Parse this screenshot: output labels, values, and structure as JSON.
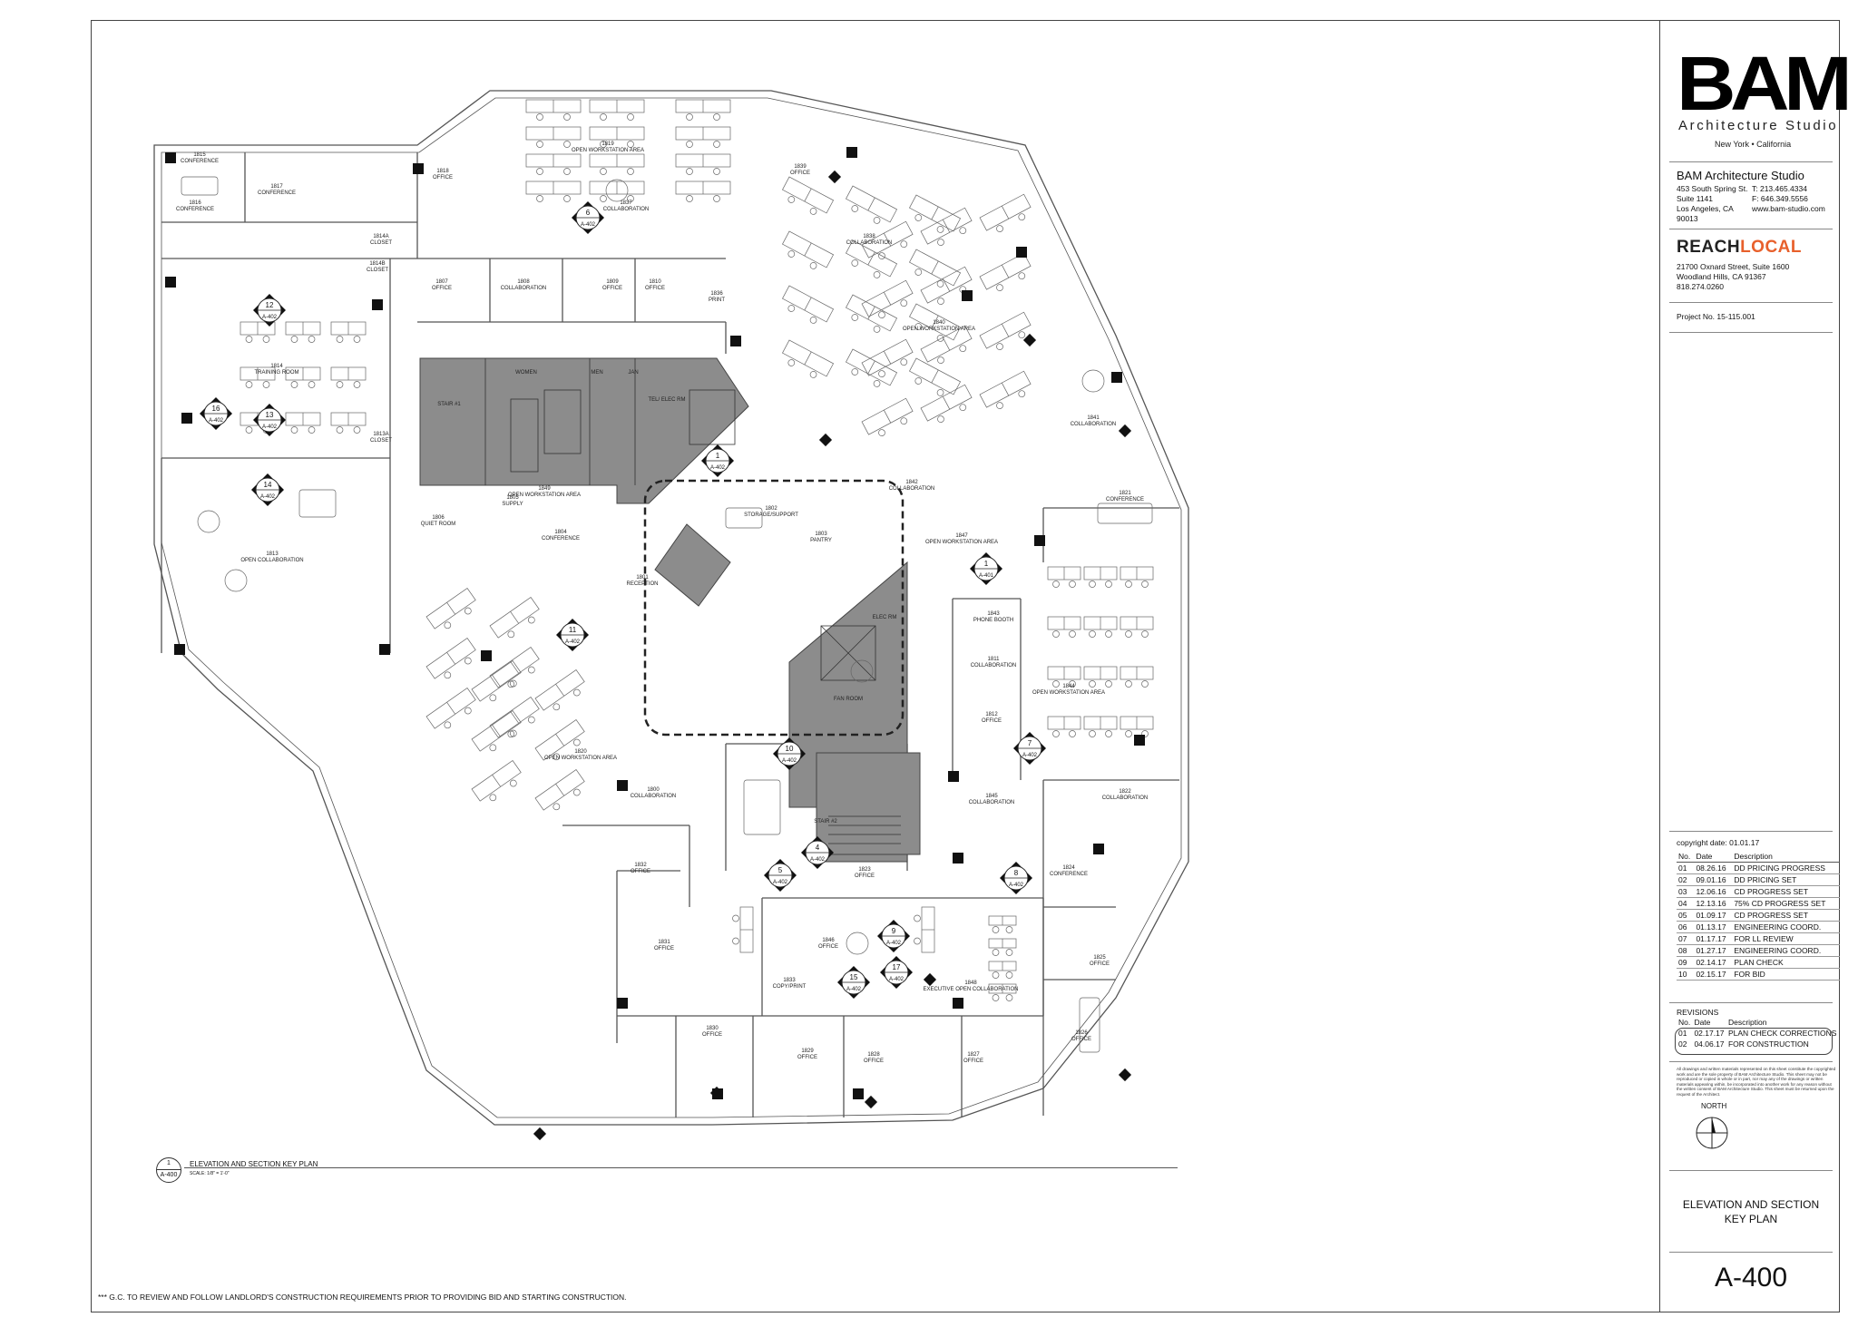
{
  "title_block": {
    "logo": "BAM",
    "logo_subtitle": "Architecture Studio",
    "logo_locations": "New York  •  California",
    "firm_name": "BAM Architecture Studio",
    "firm_address": [
      "453 South Spring St.",
      "Suite 1141",
      "Los Angeles, CA",
      "90013"
    ],
    "firm_contact": [
      "T: 213.465.4334",
      "F: 646.349.5556",
      "www.bam-studio.com"
    ],
    "client_name_part1": "REACH",
    "client_name_part2": "LOCAL",
    "client_address": [
      "21700 Oxnard Street, Suite 1600",
      "Woodland Hills, CA 91367",
      "818.274.0260"
    ],
    "project_no": "Project No.  15-115.001",
    "copyright": "copyright date:  01.01.17",
    "issue_headers": [
      "No.",
      "Date",
      "Description"
    ],
    "issues": [
      [
        "01",
        "08.26.16",
        "DD PRICING PROGRESS"
      ],
      [
        "02",
        "09.01.16",
        "DD PRICING SET"
      ],
      [
        "03",
        "12.06.16",
        "CD PROGRESS SET"
      ],
      [
        "04",
        "12.13.16",
        "75% CD PROGRESS SET"
      ],
      [
        "05",
        "01.09.17",
        "CD PROGRESS SET"
      ],
      [
        "06",
        "01.13.17",
        "ENGINEERING COORD."
      ],
      [
        "07",
        "01.17.17",
        "FOR LL REVIEW"
      ],
      [
        "08",
        "01.27.17",
        "ENGINEERING COORD."
      ],
      [
        "09",
        "02.14.17",
        "PLAN CHECK"
      ],
      [
        "10",
        "02.15.17",
        "FOR BID"
      ]
    ],
    "revisions_title": "REVISIONS",
    "revision_headers": [
      "No.",
      "Date",
      "Description"
    ],
    "revisions": [
      [
        "01",
        "02.17.17",
        "PLAN CHECK CORRECTIONS"
      ],
      [
        "02",
        "04.06.17",
        "FOR CONSTRUCTION"
      ]
    ],
    "notes": "All drawings and written materials represented on this sheet constitute the copyrighted work and are the sole property of BAM Architecture Studio. This sheet may not be reproduced or copied in whole or in part, nor may any of the drawings or written materials appearing within, be incorporated into another work for any reason without the written consent of BAM Architecture Studio. This sheet must be returned upon the request of the Architect.",
    "north_label": "NORTH",
    "sheet_title_line1": "ELEVATION AND SECTION",
    "sheet_title_line2": "KEY PLAN",
    "sheet_number": "A-400"
  },
  "drawing": {
    "key_plan_bubble_number": "1",
    "key_plan_bubble_sheet": "A-400",
    "key_plan_title": "ELEVATION AND SECTION KEY PLAN",
    "key_plan_scale": "SCALE: 1/8\" = 1'-0\"",
    "footer_note": "*** G.C. TO REVIEW AND FOLLOW LANDLORD'S CONSTRUCTION REQUIREMENTS PRIOR TO PROVIDING BID AND STARTING CONSTRUCTION."
  },
  "room_labels": [
    {
      "num": "1815",
      "name": "CONFERENCE"
    },
    {
      "num": "1816",
      "name": "CONFERENCE"
    },
    {
      "num": "1817",
      "name": "CONFERENCE"
    },
    {
      "num": "1818",
      "name": "OFFICE"
    },
    {
      "num": "1814A",
      "name": "CLOSET"
    },
    {
      "num": "1814B",
      "name": "CLOSET"
    },
    {
      "num": "1814",
      "name": "TRAINING ROOM"
    },
    {
      "num": "1813A",
      "name": "CLOSET"
    },
    {
      "num": "1813",
      "name": "OPEN COLLABORATION"
    },
    {
      "num": "1819",
      "name": "OPEN WORKSTATION AREA"
    },
    {
      "num": "1837",
      "name": "COLLABORATION"
    },
    {
      "num": "1839",
      "name": "OFFICE"
    },
    {
      "num": "1838",
      "name": "COLLABORATION"
    },
    {
      "num": "1840",
      "name": "OPEN WORKSTATION AREA"
    },
    {
      "num": "1841",
      "name": "COLLABORATION"
    },
    {
      "num": "1842",
      "name": "COLLABORATION"
    },
    {
      "num": "1807",
      "name": "OFFICE"
    },
    {
      "num": "1808",
      "name": "COLLABORATION"
    },
    {
      "num": "1809",
      "name": "OFFICE"
    },
    {
      "num": "1810",
      "name": "OFFICE"
    },
    {
      "num": "1836",
      "name": "PRINT"
    },
    {
      "num": "",
      "name": "STAIR #1"
    },
    {
      "num": "",
      "name": "WOMEN"
    },
    {
      "num": "",
      "name": "MEN"
    },
    {
      "num": "",
      "name": "JAN"
    },
    {
      "num": "",
      "name": "TEL/ ELEC RM"
    },
    {
      "num": "1805",
      "name": "SUPPLY"
    },
    {
      "num": "1806",
      "name": "QUIET ROOM"
    },
    {
      "num": "1804",
      "name": "CONFERENCE"
    },
    {
      "num": "1802",
      "name": "STORAGE/SUPPORT"
    },
    {
      "num": "1803",
      "name": "PANTRY"
    },
    {
      "num": "1801",
      "name": "RECEPTION"
    },
    {
      "num": "1821",
      "name": "CONFERENCE"
    },
    {
      "num": "1843",
      "name": "PHONE BOOTH"
    },
    {
      "num": "1811",
      "name": "COLLABORATION"
    },
    {
      "num": "1844",
      "name": "OPEN WORKSTATION AREA"
    },
    {
      "num": "1812",
      "name": "OFFICE"
    },
    {
      "num": "1845",
      "name": "COLLABORATION"
    },
    {
      "num": "1822",
      "name": "COLLABORATION"
    },
    {
      "num": "",
      "name": "ELEC RM"
    },
    {
      "num": "",
      "name": "FAN ROOM"
    },
    {
      "num": "",
      "name": "STAIR #2"
    },
    {
      "num": "1820",
      "name": "OPEN WORKSTATION AREA"
    },
    {
      "num": "1800",
      "name": "COLLABORATION"
    },
    {
      "num": "1832",
      "name": "OFFICE"
    },
    {
      "num": "1831",
      "name": "OFFICE"
    },
    {
      "num": "1830",
      "name": "OFFICE"
    },
    {
      "num": "1829",
      "name": "OFFICE"
    },
    {
      "num": "1828",
      "name": "OFFICE"
    },
    {
      "num": "1827",
      "name": "OFFICE"
    },
    {
      "num": "1826",
      "name": "OFFICE"
    },
    {
      "num": "1825",
      "name": "OFFICE"
    },
    {
      "num": "1824",
      "name": "CONFERENCE"
    },
    {
      "num": "1823",
      "name": "OFFICE"
    },
    {
      "num": "1846",
      "name": "OFFICE"
    },
    {
      "num": "1833",
      "name": "COPY/PRINT"
    },
    {
      "num": "1848",
      "name": "EXECUTIVE OPEN COLLABORATION"
    },
    {
      "num": "1849",
      "name": "OPEN WORKSTATION AREA"
    },
    {
      "num": "1847",
      "name": "OPEN WORKSTATION AREA"
    }
  ],
  "callouts": [
    {
      "num": "1",
      "sheet": "A-402"
    },
    {
      "num": "1",
      "sheet": "A-401"
    },
    {
      "num": "4",
      "sheet": "A-402"
    },
    {
      "num": "5",
      "sheet": "A-402"
    },
    {
      "num": "6",
      "sheet": "A-402"
    },
    {
      "num": "7",
      "sheet": "A-402"
    },
    {
      "num": "8",
      "sheet": "A-402"
    },
    {
      "num": "9",
      "sheet": "A-402"
    },
    {
      "num": "10",
      "sheet": "A-402"
    },
    {
      "num": "11",
      "sheet": "A-402"
    },
    {
      "num": "12",
      "sheet": "A-402"
    },
    {
      "num": "13",
      "sheet": "A-402"
    },
    {
      "num": "14",
      "sheet": "A-402"
    },
    {
      "num": "15",
      "sheet": "A-402"
    },
    {
      "num": "16",
      "sheet": "A-402"
    },
    {
      "num": "17",
      "sheet": "A-402"
    }
  ],
  "colors": {
    "shaded_core": "#8c8c8c",
    "line": "#555555",
    "client_accent": "#e8602c"
  }
}
